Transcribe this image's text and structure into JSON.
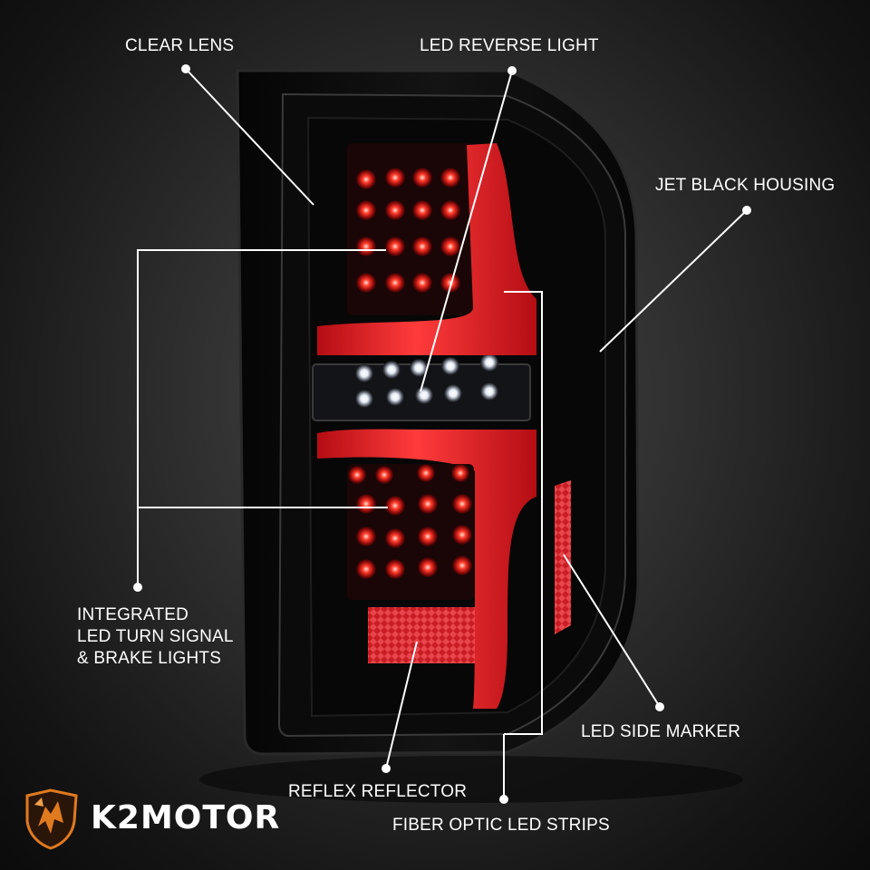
{
  "labels": {
    "clear_lens": "CLEAR LENS",
    "led_reverse_light": "LED REVERSE LIGHT",
    "jet_black_housing": "JET BLACK HOUSING",
    "integrated_lines": [
      "INTEGRATED",
      "LED TURN SIGNAL",
      "& BRAKE LIGHTS"
    ],
    "led_side_marker": "LED SIDE MARKER",
    "reflex_reflector": "REFLEX REFLECTOR",
    "fiber_optic_led_strips": "FIBER OPTIC LED STRIPS"
  },
  "brand": {
    "name": "K2MOTOR",
    "logo_icon": "griffin-shield-icon"
  },
  "colors": {
    "background": "#2c2c2c",
    "housing": "#0c0c0c",
    "led_red": "#ff2a2a",
    "fiber_strip": "#e8171f",
    "callout_line": "#ffffff",
    "logo_orange": "#e07a1f"
  }
}
